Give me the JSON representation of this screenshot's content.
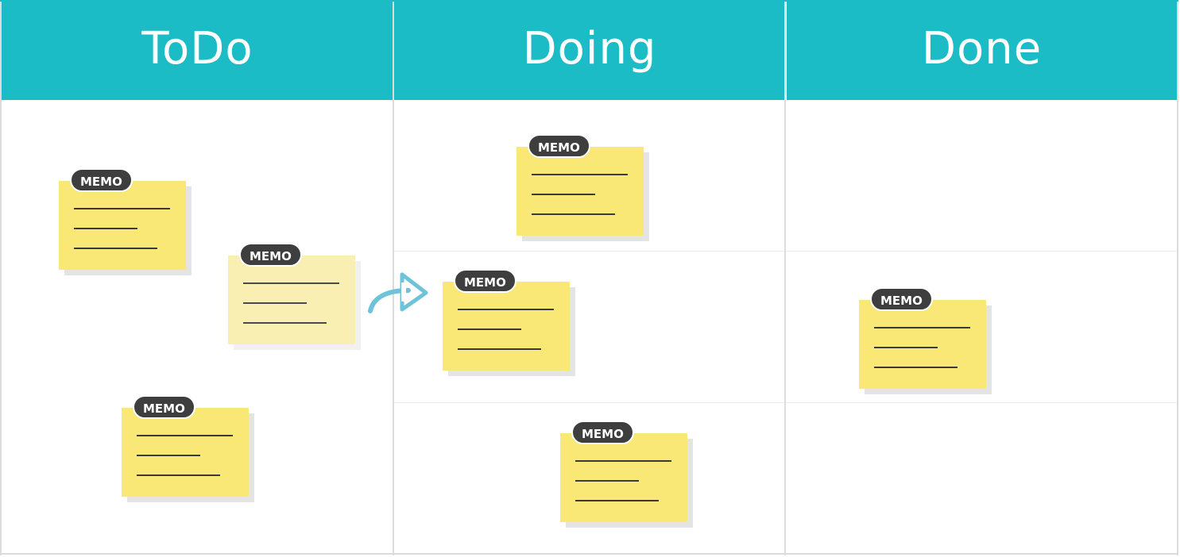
{
  "board": {
    "columns": [
      {
        "title": "ToDo"
      },
      {
        "title": "Doing"
      },
      {
        "title": "Done"
      }
    ],
    "note_tag": "MEMO",
    "colors": {
      "header": "#1bbcc6",
      "note": "#f9e876",
      "note_faded": "#f9efb3",
      "badge": "#3e3e3e",
      "arrow": "#6ec3d8"
    },
    "arrow_icon": "curved-arrow-right-icon"
  }
}
